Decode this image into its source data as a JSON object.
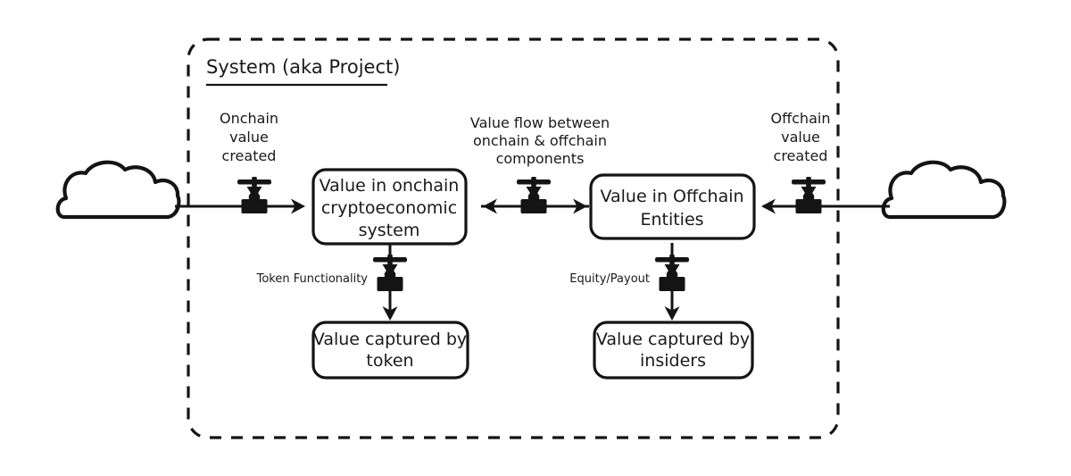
{
  "diagram": {
    "title": "System (aka Project)",
    "boundary_label_name": "system-boundary",
    "colors": {
      "ink": "#141414",
      "paper": "#ffffff"
    },
    "clouds": [
      {
        "id": "onchain-source",
        "name": "onchain-value-cloud",
        "label_lines": [
          "Onchain",
          "value",
          "created"
        ]
      },
      {
        "id": "offchain-source",
        "name": "offchain-value-cloud",
        "label_lines": [
          "Offchain",
          "value",
          "created"
        ]
      }
    ],
    "nodes": [
      {
        "id": "onchain-system",
        "name": "node-value-in-onchain-cryptoeconomic-system",
        "label_lines": [
          "Value in onchain",
          "cryptoeconomic",
          "system"
        ]
      },
      {
        "id": "offchain-entities",
        "name": "node-value-in-offchain-entities",
        "label_lines": [
          "Value in Offchain",
          "Entities"
        ]
      },
      {
        "id": "token-capture",
        "name": "node-value-captured-by-token",
        "label_lines": [
          "Value captured by",
          "token"
        ]
      },
      {
        "id": "insider-capture",
        "name": "node-value-captured-by-insiders",
        "label_lines": [
          "Value captured by",
          "insiders"
        ]
      }
    ],
    "flow_labels": {
      "middle": [
        "Value flow between",
        "onchain & offchain",
        "components"
      ],
      "token_functionality": "Token Functionality",
      "equity_payout": "Equity/Payout"
    },
    "valves": [
      {
        "id": "valve-onchain-inflow",
        "name": "valve-icon-onchain-inflow",
        "orientation": "horizontal"
      },
      {
        "id": "valve-middle",
        "name": "valve-icon-value-flow",
        "orientation": "horizontal"
      },
      {
        "id": "valve-offchain-inflow",
        "name": "valve-icon-offchain-inflow",
        "orientation": "horizontal"
      },
      {
        "id": "valve-token",
        "name": "valve-icon-token-functionality",
        "orientation": "vertical"
      },
      {
        "id": "valve-equity",
        "name": "valve-icon-equity-payout",
        "orientation": "vertical"
      }
    ],
    "arrows": [
      {
        "id": "arrow-onchain-in",
        "name": "arrow-onchain-cloud-to-system",
        "direction": "right"
      },
      {
        "id": "arrow-middle",
        "name": "arrow-bidirectional-onchain-offchain",
        "direction": "both"
      },
      {
        "id": "arrow-offchain-in",
        "name": "arrow-offchain-cloud-to-entities",
        "direction": "left"
      },
      {
        "id": "arrow-token-down",
        "name": "arrow-system-to-token-capture",
        "direction": "down"
      },
      {
        "id": "arrow-insider-down",
        "name": "arrow-entities-to-insider-capture",
        "direction": "down"
      }
    ]
  }
}
